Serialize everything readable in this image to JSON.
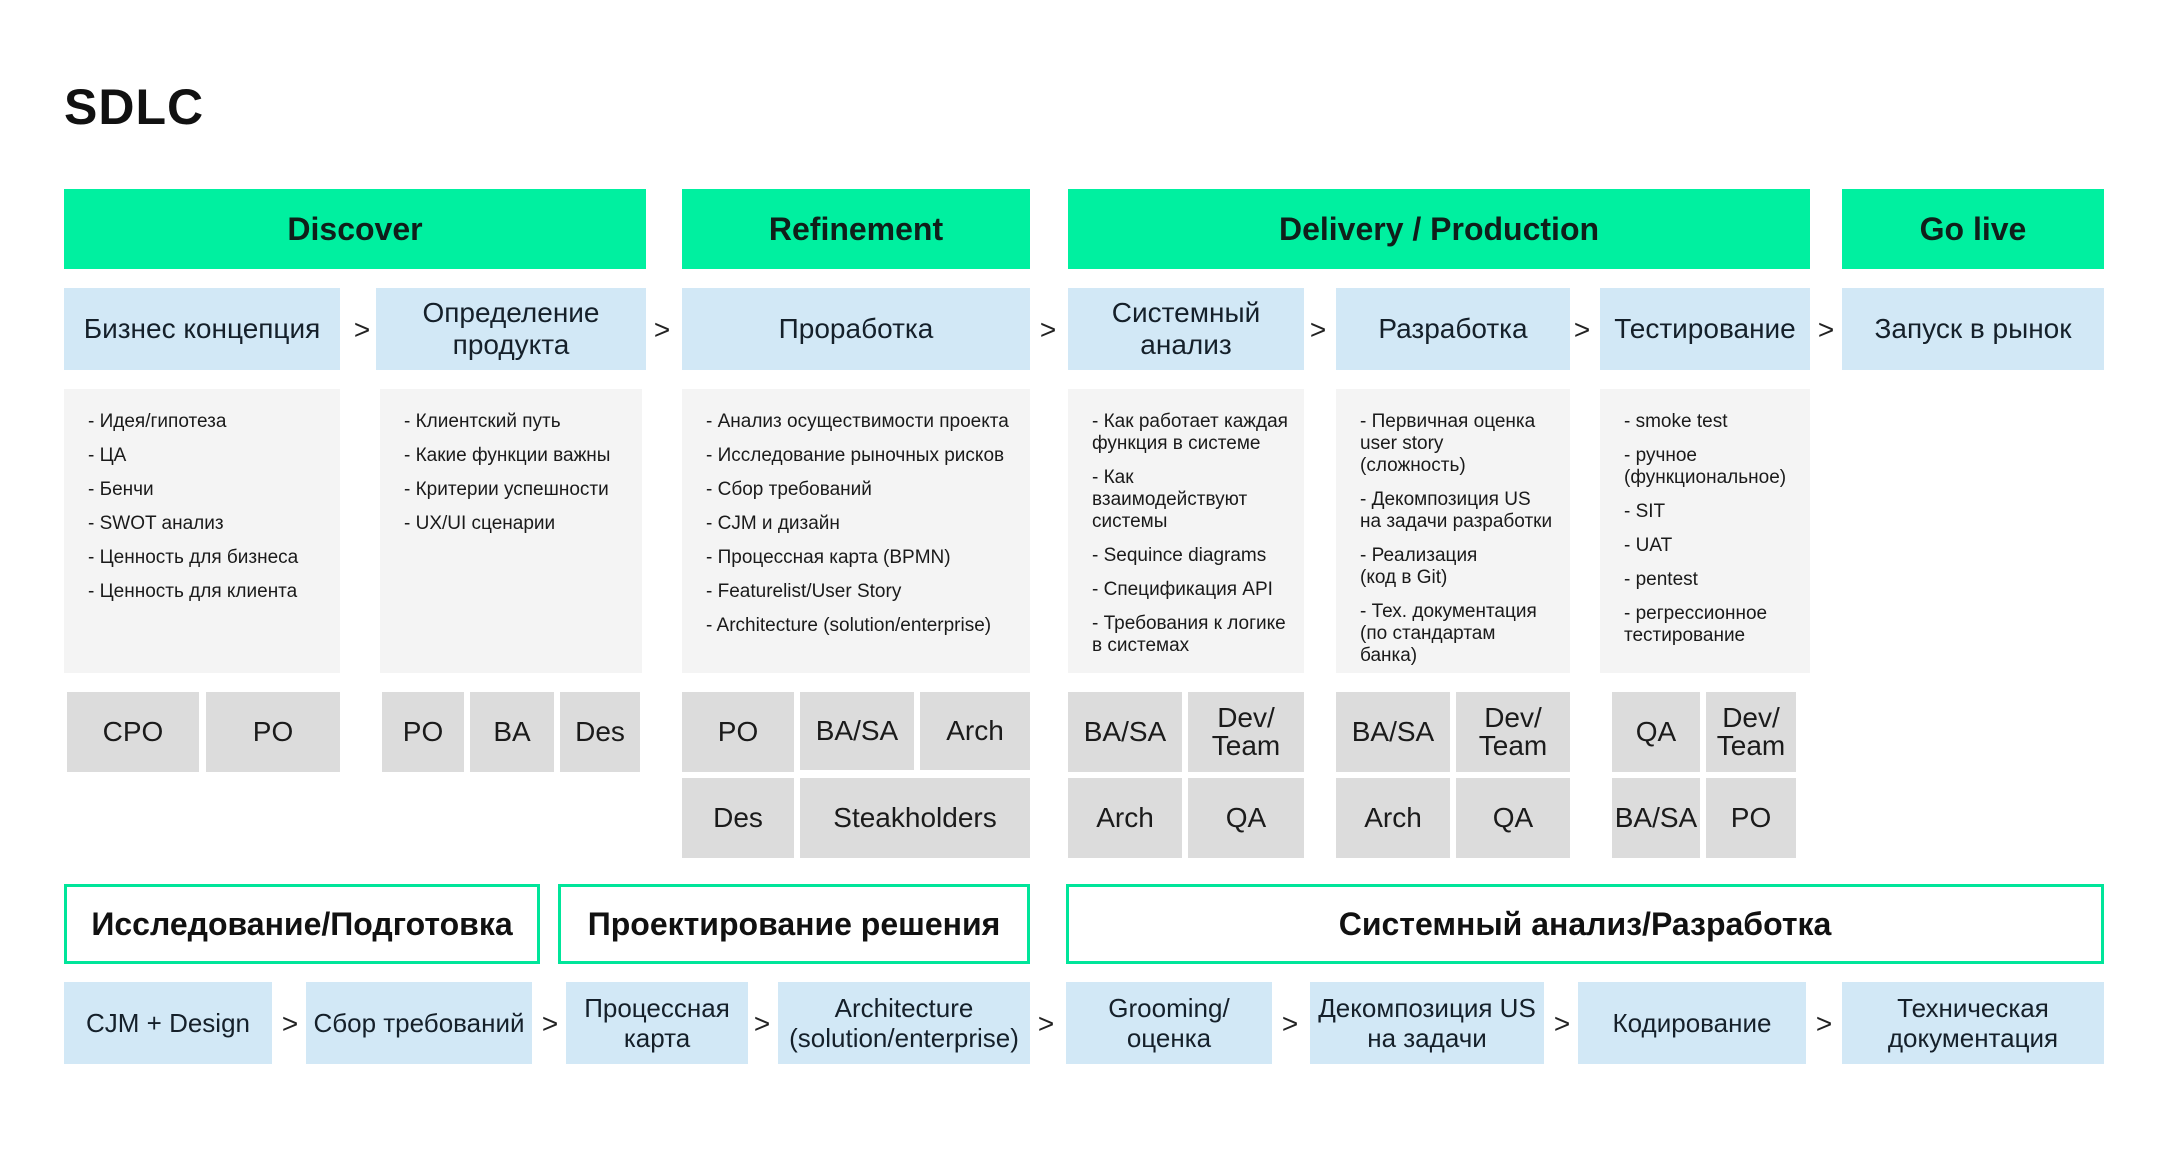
{
  "title": "SDLC",
  "colors": {
    "phase": "#00f0a0",
    "stage": "#d2e8f6",
    "box": "#f4f4f4",
    "role": "#dcdcdc",
    "border": "#00e59a"
  },
  "arrow": ">",
  "phases": [
    "Discover",
    "Refinement",
    "Delivery / Production",
    "Go live"
  ],
  "stages": [
    "Бизнес концепция",
    "Определение продукта",
    "Проработка",
    "Системный анализ",
    "Разработка",
    "Тестирование",
    "Запуск в рынок"
  ],
  "activities": [
    [
      "- Идея/гипотеза",
      "- ЦА",
      "- Бенчи",
      "- SWOT анализ",
      "- Ценность для бизнеса",
      "- Ценность для клиента"
    ],
    [
      "- Клиентский путь",
      "- Какие функции важны",
      "- Критерии успешности",
      "- UX/UI сценарии"
    ],
    [
      "- Анализ осуществимости проекта",
      "- Исследование рыночных рисков",
      "- Сбор требований",
      "- CJM и дизайн",
      "- Процессная карта (BPMN)",
      "- Featurelist/User Story",
      "- Architecture (solution/enterprise)"
    ],
    [
      "- Как работает каждая\n  функция в системе",
      "- Как\n  взаимодействуют\n  системы",
      "- Sequince diagrams",
      "- Спецификация API",
      "- Требования к логике\n  в системах"
    ],
    [
      "- Первичная оценка\n  user story (сложность)",
      "- Декомпозиция US\n  на задачи разработки",
      "- Реализация\n  (код в Git)",
      "- Тех. документация\n  (по стандартам банка)"
    ],
    [
      "- smoke test",
      "- ручное\n(функциональное)",
      "- SIT",
      "- UAT",
      "- pentest",
      "- регрессионное\nтестирование"
    ]
  ],
  "roles": {
    "business": [
      "CPO",
      "PO"
    ],
    "product": [
      "PO",
      "BA",
      "Des"
    ],
    "refinement": [
      "PO",
      "BA/SA",
      "Arch",
      "Des",
      "Steakholders"
    ],
    "analysis": [
      "BA/SA",
      "Dev/ Team",
      "Arch",
      "QA"
    ],
    "development": [
      "BA/SA",
      "Dev/ Team",
      "Arch",
      "QA"
    ],
    "testing": [
      "QA",
      "Dev/ Team",
      "BA/SA",
      "PO"
    ]
  },
  "groups": [
    "Исследование/Подготовка",
    "Проектирование решения",
    "Системный анализ/Разработка"
  ],
  "steps": [
    "CJM + Design",
    "Сбор требований",
    "Процессная карта",
    "Architecture (solution/enterprise)",
    "Grooming/ оценка",
    "Декомпозиция US на задачи",
    "Кодирование",
    "Техническая документация"
  ]
}
